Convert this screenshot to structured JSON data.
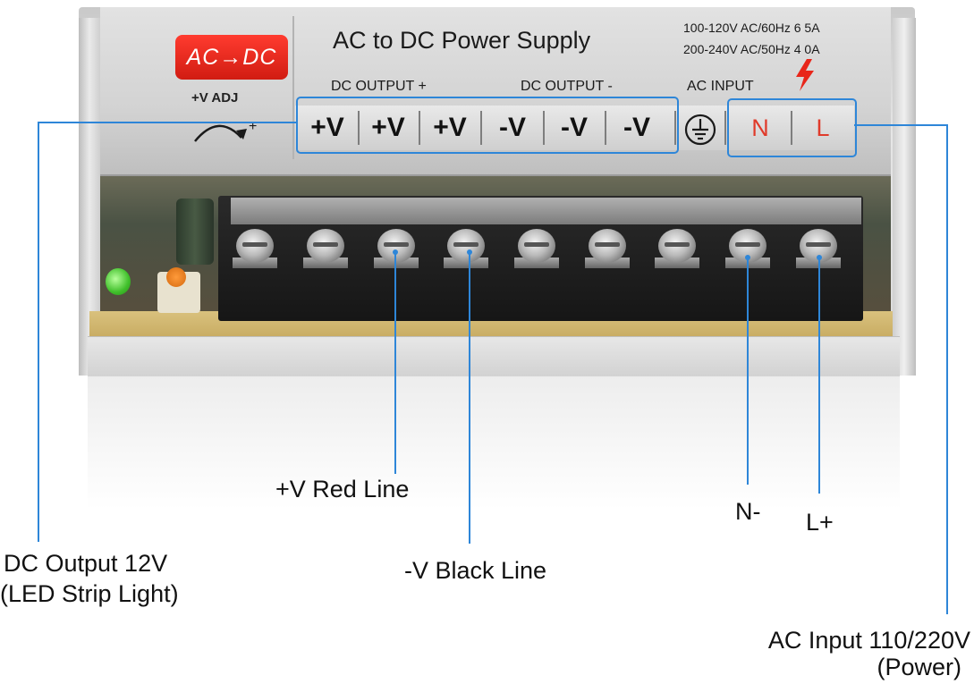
{
  "device": {
    "badge": "AC→DC",
    "adj_label": "+V ADJ",
    "title": "AC to DC Power Supply",
    "spec_line_1": "100-120V AC/60Hz 6 5A",
    "spec_line_2": "200-240V AC/50Hz 4 0A",
    "dc_out_pos_label": "DC OUTPUT +",
    "dc_out_neg_label": "DC OUTPUT -",
    "ac_input_label": "AC INPUT",
    "terminals": [
      "+V",
      "+V",
      "+V",
      "-V",
      "-V",
      "-V",
      "N",
      "L"
    ]
  },
  "callouts": {
    "red_line": "+V Red Line",
    "black_line": "-V Black Line",
    "n_minus": "N-",
    "l_plus": "L+",
    "dc_output_1": "DC Output 12V",
    "dc_output_2": "(LED Strip Light)",
    "ac_input_1": "AC Input 110/220V",
    "ac_input_2": "(Power)"
  },
  "colors": {
    "accent_blue": "#2e86d8",
    "badge_red": "#e0241a",
    "terminal_nl_red": "#e03a2a"
  }
}
